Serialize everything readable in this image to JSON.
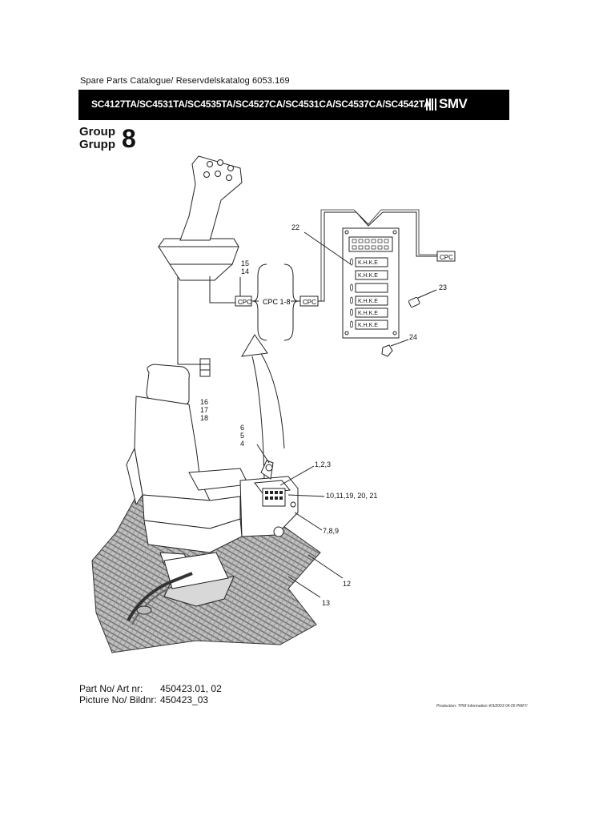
{
  "header": {
    "catalogue_title": "Spare Parts Catalogue/ Reservdelskatalog 6053.169",
    "models": "SC4127TA/SC4531TA/SC4535TA/SC4527CA/SC4531CA/SC4537CA/SC4542TA",
    "brand_logo": "SMV",
    "group_label_en": "Group",
    "group_label_sv": "Grupp",
    "group_number": "8"
  },
  "drawing": {
    "callouts": {
      "c22": "22",
      "c15": "15",
      "c14": "14",
      "c23": "23",
      "c24": "24",
      "c16": "16",
      "c17": "17",
      "c18": "18",
      "c6": "6",
      "c5": "5",
      "c4": "4",
      "c123": "1,2,3",
      "c10": "10,11,19, 20, 21",
      "c789": "7,8,9",
      "c12": "12",
      "c13": "13"
    },
    "connector_label": "CPC",
    "connector_range": "CPC 1-8",
    "panel_label": "K.H.K.E"
  },
  "footer": {
    "part_no_label": "Part No/ Art nr:",
    "part_no_value": "450423.01, 02",
    "picture_no_label": "Picture No/ Bildnr:",
    "picture_no_value": "450423_03",
    "production_note": "Production: TPM Information 4/3/2003 04:05 PMFY"
  }
}
